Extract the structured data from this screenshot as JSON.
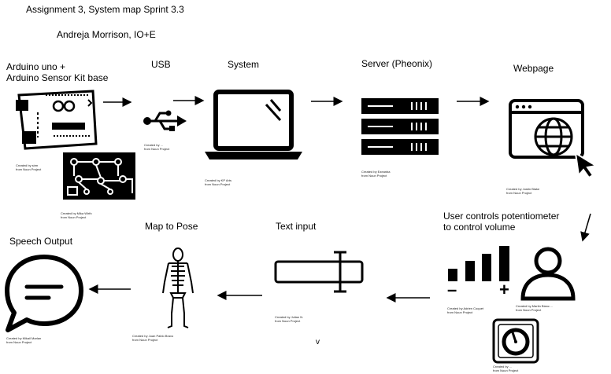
{
  "header": {
    "title": "Assignment 3, System map Sprint 3.3",
    "author": "Andreja Morrison, IO+E"
  },
  "nodes": {
    "arduino": {
      "label_line1": "Arduino uno +",
      "label_line2": "Arduino Sensor Kit base",
      "credit1_line1": "Created by sirm",
      "credit1_line2": "from Noun Project",
      "credit2_line1": "Created by Mika Wirth",
      "credit2_line2": "from Noun Project"
    },
    "usb": {
      "label": "USB",
      "credit_line1": "Created by ...",
      "credit_line2": "from Noun Project"
    },
    "system": {
      "label": "System",
      "credit_line1": "Created by KP Arts",
      "credit_line2": "from Noun Project"
    },
    "server": {
      "label": "Server (Pheonix)",
      "credit_line1": "Created by Ezeanba",
      "credit_line2": "from Noun Project"
    },
    "webpage": {
      "label": "Webpage",
      "credit_line1": "Created by Justin Blake",
      "credit_line2": "from Noun Project"
    },
    "user_controls": {
      "label_line1": "User controls potentiometer",
      "label_line2": "to control volume",
      "volume_minus": "–",
      "volume_plus": "+",
      "credit1_line1": "Created by Adrien Coquet",
      "credit1_line2": "from Noun Project",
      "credit2_line1": "Created by Martin Blanc ...",
      "credit2_line2": "from Noun Project",
      "credit3_line1": "Created by ...",
      "credit3_line2": "from Noun Project"
    },
    "text_input": {
      "label": "Text input",
      "credit_line1": "Created by Julian N.",
      "credit_line2": "from Noun Project",
      "note": "v"
    },
    "map_to_pose": {
      "label": "Map to Pose",
      "credit_line1": "Created by Juan Pablo Bravo",
      "credit_line2": "from Noun Project"
    },
    "speech_output": {
      "label": "Speech Output",
      "credit_line1": "Created by Mikail Marlan",
      "credit_line2": "from Noun Project"
    }
  }
}
